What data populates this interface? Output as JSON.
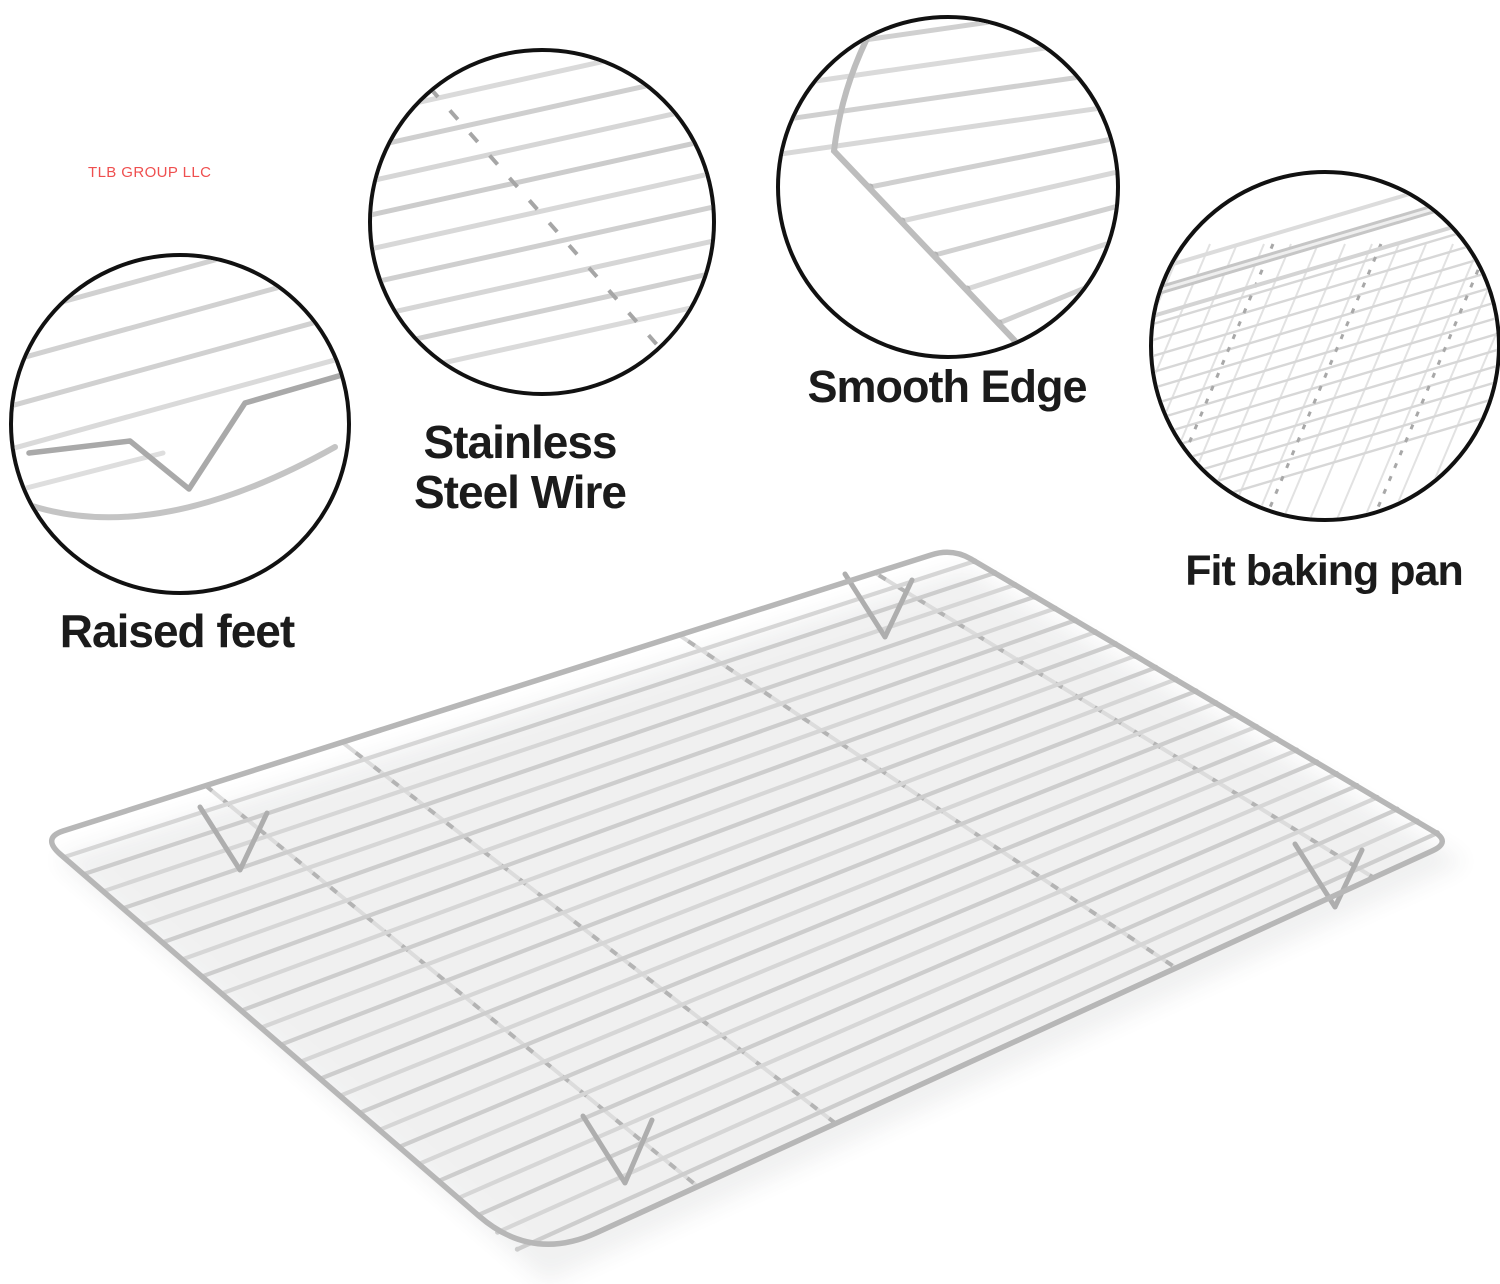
{
  "watermark": {
    "text": "TLB GROUP LLC",
    "color": "#ef4f4f"
  },
  "features": [
    {
      "id": "raised-feet",
      "label_line1": "Raised feet"
    },
    {
      "id": "stainless-steel-wire",
      "label_line1": "Stainless",
      "label_line2": "Steel Wire"
    },
    {
      "id": "smooth-edge",
      "label_line1": "Smooth Edge"
    },
    {
      "id": "fit-baking-pan",
      "label_line1": "Fit baking pan"
    }
  ],
  "colors": {
    "background": "#ffffff",
    "label_text": "#1b1b1b",
    "circle_border": "#111111",
    "wire_light": "#d6d6d6",
    "wire_mid": "#c9c9c9",
    "frame": "#b7b7b7",
    "watermark": "#ef4f4f"
  },
  "main_rack": {
    "wire_count": 24,
    "crossbar_count": 4,
    "feet_count": 4
  }
}
